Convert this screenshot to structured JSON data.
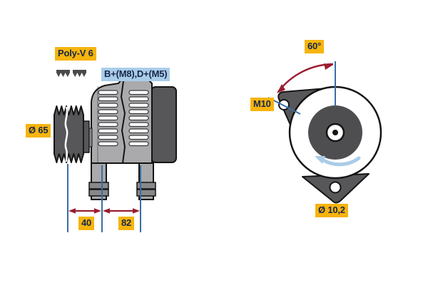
{
  "colors": {
    "background": "#ffffff",
    "label_yellow": "#f6b40e",
    "label_blue_bg": "#a9cde9",
    "label_text": "#16264a",
    "dimension_red": "#9b1d30",
    "extension_blue": "#3a6ea5",
    "rotation_blue": "#a9cce8",
    "body_gray": "#aaaaac",
    "dark_gray": "#57575a",
    "mid_gray": "#88888a",
    "outline": "#141414",
    "slot_white": "#ffffff"
  },
  "labels": {
    "belt_type": "Poly-V 6",
    "terminals": "B+(M8),D+(M5)",
    "pulley_diameter": "Ø 65",
    "dim_pulley_to_foot": "40",
    "dim_mounting_width": "82",
    "fixing_angle": "60°",
    "thread_size": "M10",
    "fixing_hole_diameter": "Ø 10,2"
  }
}
